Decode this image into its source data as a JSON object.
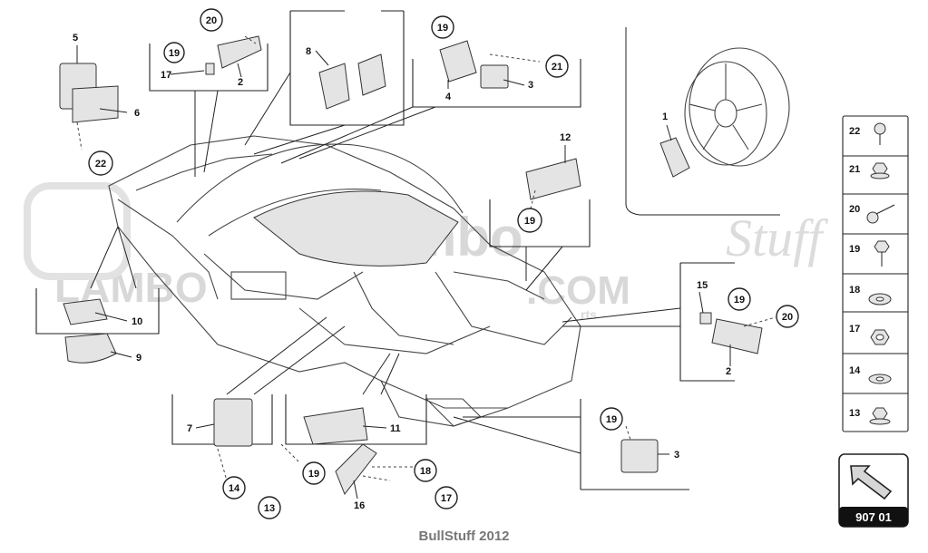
{
  "footer": "BullStuff 2012",
  "watermark": {
    "brand": "lambo",
    "script": "Stuff",
    "line2": "LAMBO",
    "line2b": ".COM",
    "small": "rts"
  },
  "page_code": "907 01",
  "labels": {
    "n1": "1",
    "n2a": "2",
    "n2b": "2",
    "n3a": "3",
    "n3b": "3",
    "n4": "4",
    "n5": "5",
    "n6": "6",
    "n7": "7",
    "n8": "8",
    "n9": "9",
    "n10": "10",
    "n11": "11",
    "n12": "12",
    "n15": "15",
    "n16": "16",
    "n17a": "17"
  },
  "callouts": {
    "c20a": "20",
    "c19a": "19",
    "c19b": "19",
    "c21a": "21",
    "c22a": "22",
    "c19c": "19",
    "c19d": "19",
    "c20b": "20",
    "c19e": "19",
    "c19f": "19",
    "c18a": "18",
    "c17b": "17",
    "c14a": "14",
    "c13a": "13"
  },
  "legend": [
    {
      "num": "22",
      "icon": "screw-icon"
    },
    {
      "num": "21",
      "icon": "flange-nut-icon"
    },
    {
      "num": "20",
      "icon": "bolt-icon"
    },
    {
      "num": "19",
      "icon": "hex-bolt-icon"
    },
    {
      "num": "18",
      "icon": "washer-icon"
    },
    {
      "num": "17",
      "icon": "hex-nut-icon"
    },
    {
      "num": "14",
      "icon": "flat-washer-icon"
    },
    {
      "num": "13",
      "icon": "collar-nut-icon"
    }
  ]
}
